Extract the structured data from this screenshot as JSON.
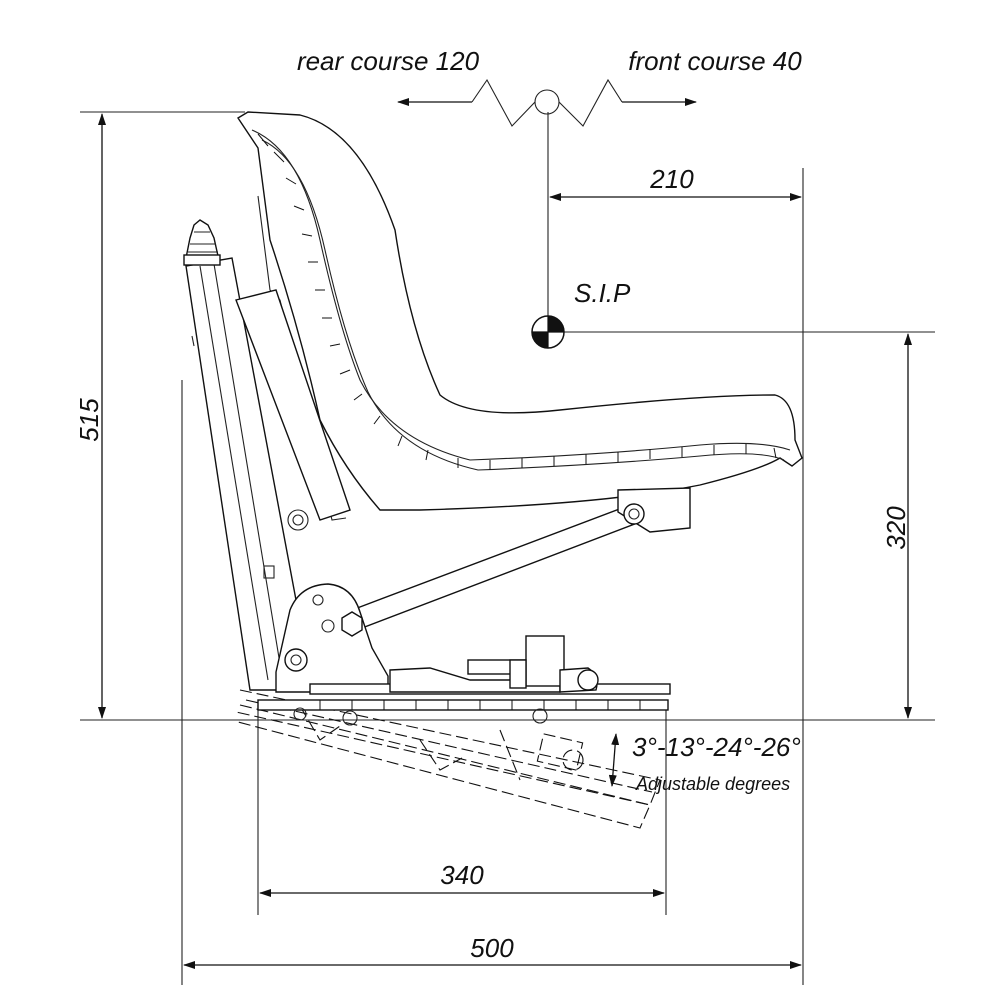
{
  "labels": {
    "rear_course": "rear course 120",
    "front_course": "front course  40",
    "sip": "S.I.P",
    "adjust_degrees": "3°-13°-24°-26°",
    "adjust_caption": "Adjustable degrees"
  },
  "dimensions": {
    "height_total": "515",
    "sip_horizontal": "210",
    "sip_height": "320",
    "base_width": "340",
    "overall_width": "500"
  }
}
